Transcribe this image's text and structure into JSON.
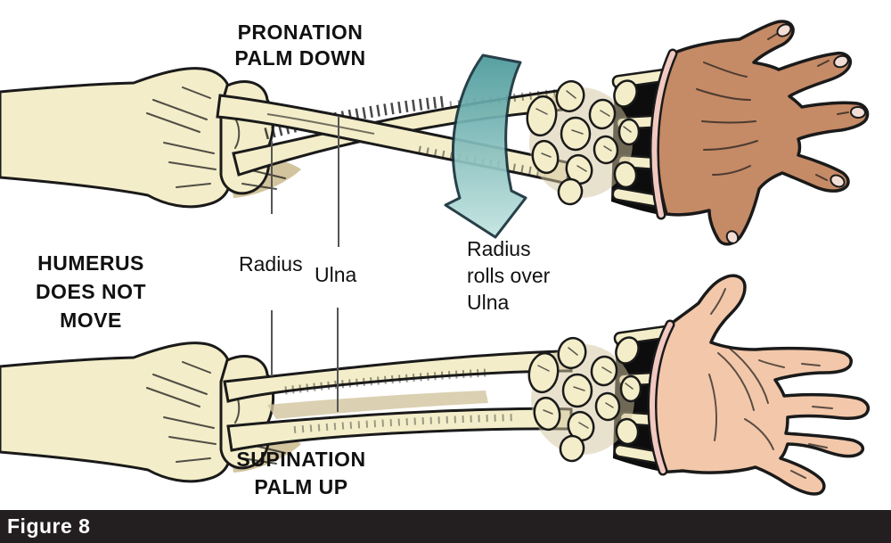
{
  "title": "Forearm pronation and supination diagram",
  "labels": {
    "pronation": "PRONATION\nPALM DOWN",
    "humerus_note": "HUMERUS\nDOES NOT\nMOVE",
    "radius": "Radius",
    "ulna": "Ulna",
    "rolls_note": "Radius\nrolls over\nUlna",
    "supination": "SUPINATION\nPALM UP"
  },
  "figure": {
    "caption": "Figure 8"
  },
  "colors": {
    "bone": "#f3edc9",
    "bone_shadow": "#d2c49d",
    "outline": "#1a1a1a",
    "hand_pronated": "#c58a66",
    "hand_supinated": "#f3c7a9",
    "nail": "#f3ded6",
    "rim": "#f2c9c0",
    "gap": "#0d0d0d",
    "arrow_top": "#48989a",
    "arrow_bottom": "#c2e4e0",
    "leader": "#555555",
    "bar": "#231f20"
  }
}
